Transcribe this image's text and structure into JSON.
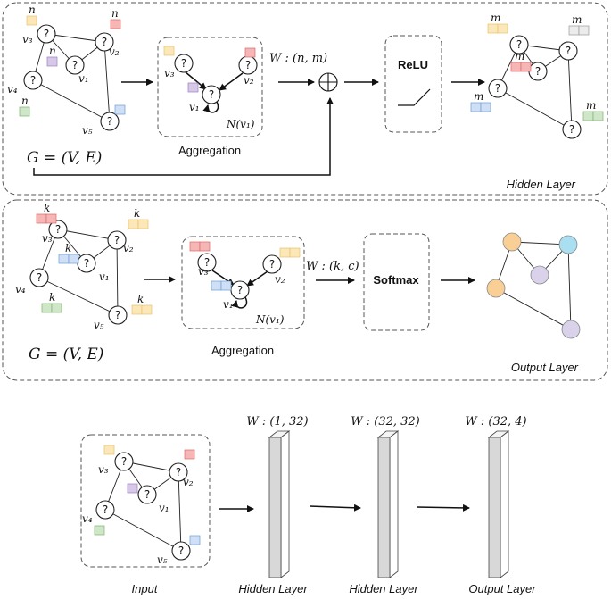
{
  "node_glyph": "?",
  "colors": {
    "yellow_box": "#fbe7b8",
    "yellow_stroke": "#e9c46a",
    "red_box": "#f6b6b6",
    "red_stroke": "#d66",
    "purple_box": "#d8c8e8",
    "purple_stroke": "#9a7fc2",
    "green_box": "#cfe6c9",
    "green_stroke": "#7fb06f",
    "blue_box": "#cfe0f6",
    "blue_stroke": "#6f9bd6",
    "gray_box": "#ececec",
    "gray_stroke": "#999",
    "out_orange": "#f9cf96",
    "out_blue": "#a9dff0",
    "out_purple": "#d9d2ea"
  },
  "graph_labels": {
    "v1": "v₁",
    "v2": "v₂",
    "v3": "v₃",
    "v4": "v₄",
    "v5": "v₅"
  },
  "hidden": {
    "feature_label": "n",
    "graph_caption": "G = (V, E)",
    "aggregation": "Aggregation",
    "neighborhood": "N(v₁)",
    "weight": "W : (n, m)",
    "sum_symbol": "⊕",
    "activation": "ReLU",
    "out_feature_label": "m",
    "layer_title": "Hidden Layer"
  },
  "output": {
    "feature_label": "k",
    "graph_caption": "G = (V, E)",
    "aggregation": "Aggregation",
    "neighborhood": "N(v₁)",
    "weight": "W : (k, c)",
    "activation": "Softmax",
    "layer_title": "Output Layer"
  },
  "pipeline": {
    "input_label": "Input",
    "layers": [
      {
        "weight": "W : (1, 32)",
        "label": "Hidden Layer"
      },
      {
        "weight": "W : (32, 32)",
        "label": "Hidden Layer"
      },
      {
        "weight": "W : (32, 4)",
        "label": "Output Layer"
      }
    ]
  }
}
